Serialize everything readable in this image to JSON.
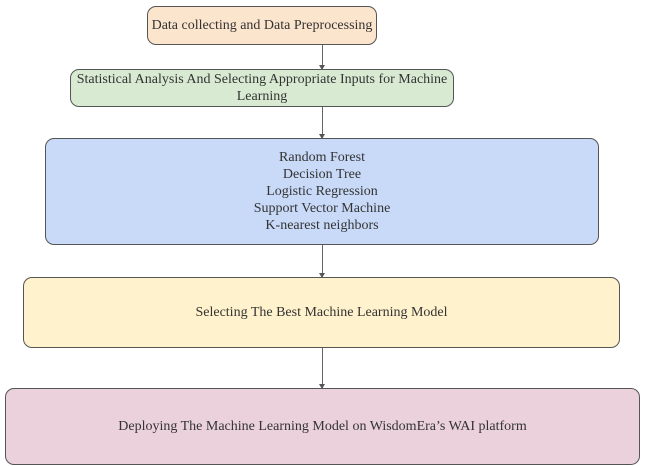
{
  "steps": [
    {
      "label": "Data collecting and Data Preprocessing",
      "color": "#fce5cd"
    },
    {
      "label": "Statistical Analysis And Selecting Appropriate Inputs for Machine Learning",
      "color": "#d9ead3"
    },
    {
      "items": [
        "Random Forest",
        "Decision Tree",
        "Logistic Regression",
        "Support Vector Machine",
        "K-nearest neighbors"
      ],
      "color": "#c9daf8"
    },
    {
      "label": "Selecting The Best Machine Learning Model",
      "color": "#fff2cc"
    },
    {
      "label": "Deploying The Machine Learning Model on WisdomEra’s WAI platform",
      "color": "#ead1dc"
    }
  ]
}
